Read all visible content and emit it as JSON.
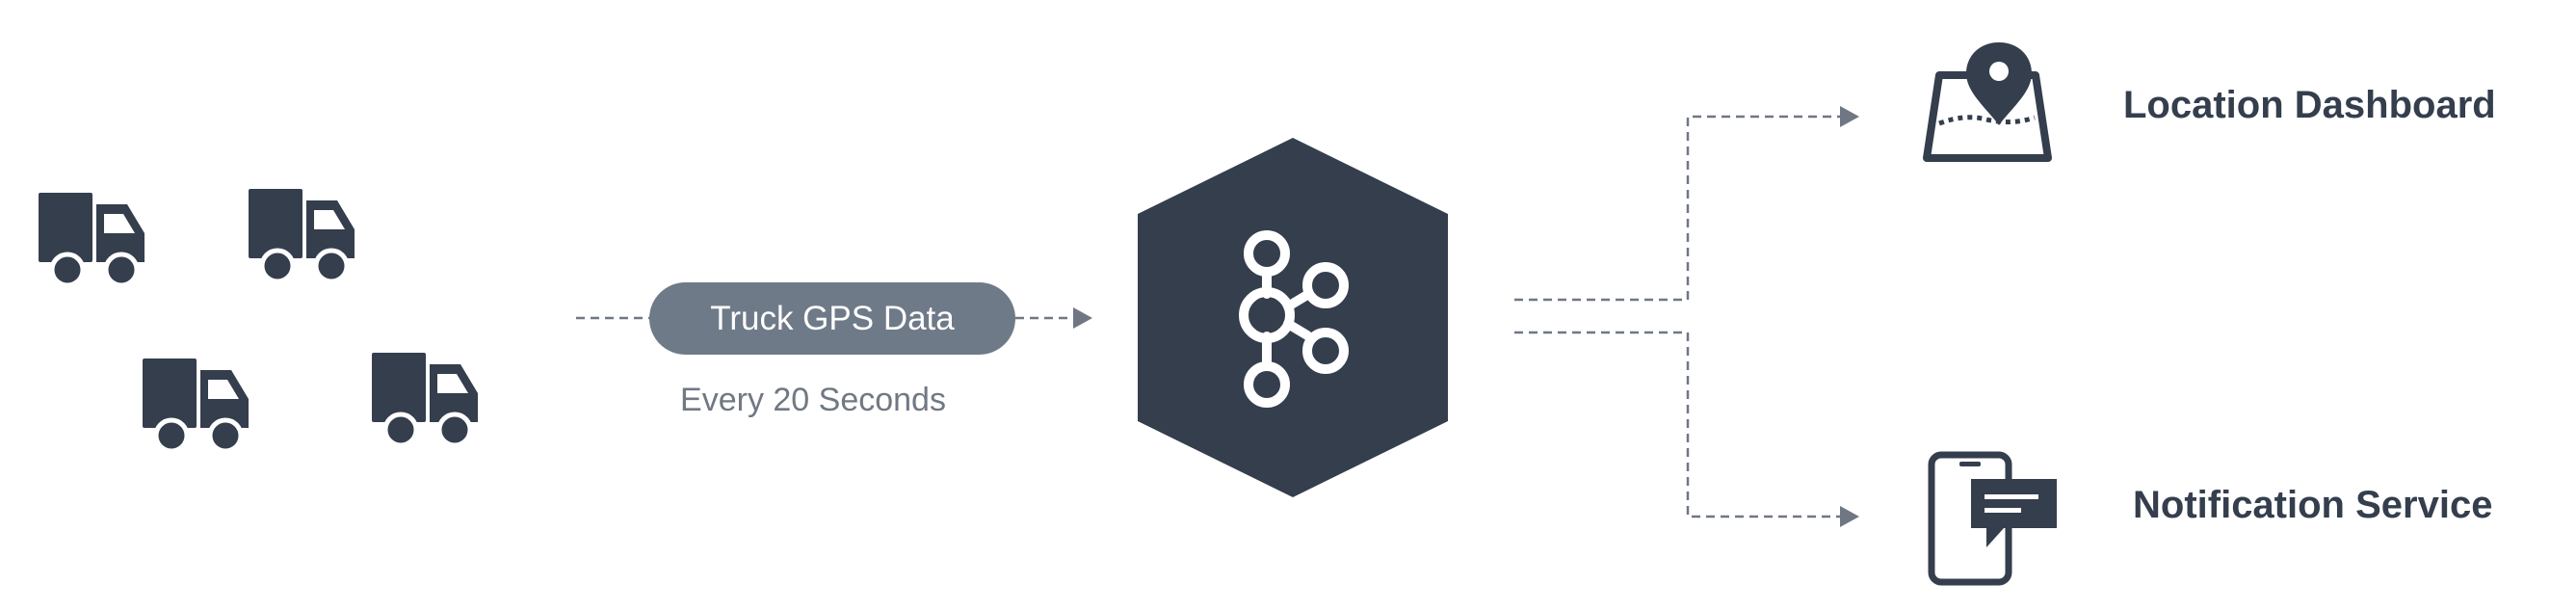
{
  "colors": {
    "dark": "#343e4d",
    "pill": "#6f7a89",
    "line": "#6f7785",
    "caption": "#707883",
    "white": "#ffffff"
  },
  "source": {
    "name": "Trucks",
    "icons": [
      "truck-icon",
      "truck-icon",
      "truck-icon",
      "truck-icon"
    ]
  },
  "stream": {
    "label": "Truck GPS Data",
    "caption": "Every 20 Seconds"
  },
  "broker": {
    "icon": "kafka-icon"
  },
  "consumers": [
    {
      "label": "Location Dashboard",
      "icon": "map-pin-icon"
    },
    {
      "label": "Notification Service",
      "icon": "phone-message-icon"
    }
  ]
}
